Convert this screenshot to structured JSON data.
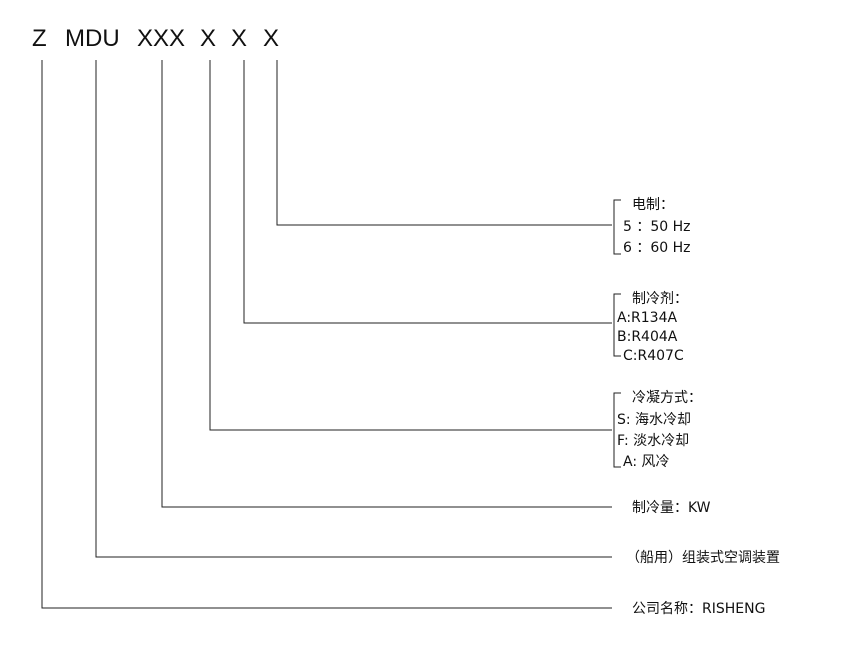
{
  "code": {
    "segments": [
      "Z",
      "MDU",
      "XXX",
      "X",
      "X",
      "X"
    ]
  },
  "fields": {
    "power": {
      "title": "电制：",
      "options": [
        "5 ：50 Hz",
        "6 ：60 Hz"
      ]
    },
    "refrigerant": {
      "title": "制冷剂：",
      "options": [
        "A:R134A",
        "B:R404A",
        "C:R407C"
      ]
    },
    "condensing": {
      "title": "冷凝方式：",
      "options": [
        "S: 海水冷却",
        "F: 淡水冷却",
        "A: 风冷"
      ]
    },
    "capacity": {
      "label": "制冷量：KW"
    },
    "type": {
      "label": "（船用）组装式空调装置"
    },
    "company": {
      "label": "公司名称：RISHENG"
    }
  }
}
